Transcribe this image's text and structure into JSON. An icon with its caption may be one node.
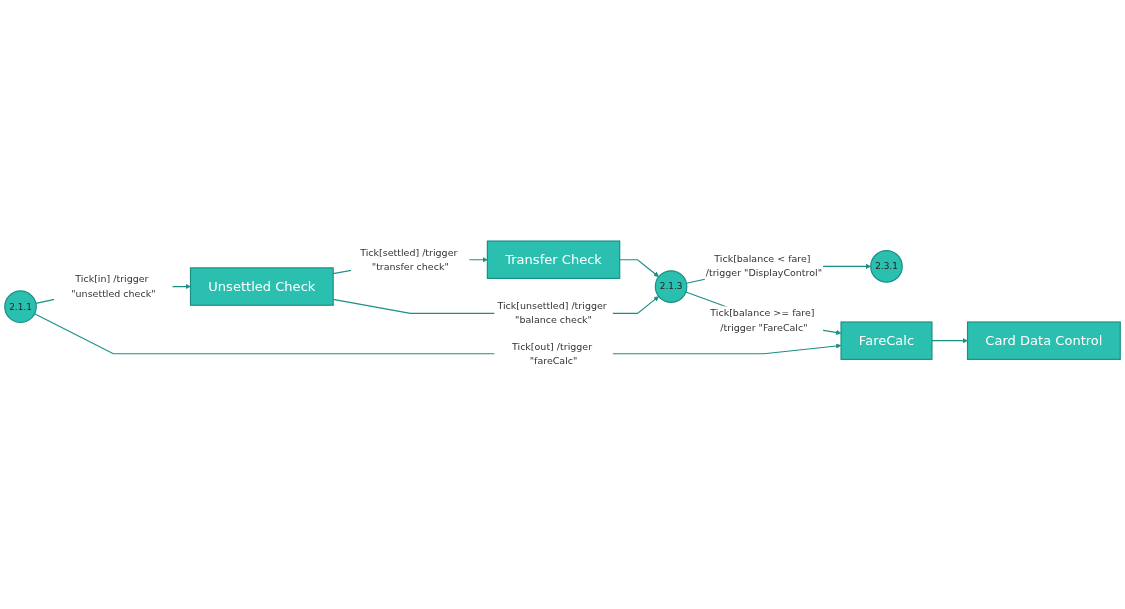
{
  "diagram": {
    "nodes": [
      {
        "text": [
          "2.1.1"
        ]
      },
      {
        "text": [
          "Unsettled Check"
        ]
      },
      {
        "text": [
          "Transfer Check"
        ]
      },
      {
        "text": [
          "2.1.3"
        ]
      },
      {
        "text": [
          "2.3.1"
        ]
      },
      {
        "text": [
          "FareCalc"
        ]
      },
      {
        "text": [
          "Card Data Control"
        ]
      }
    ],
    "edges": [
      {
        "from": 0,
        "to": 1,
        "arrow": "to",
        "label": "Tick[in] /trigger \"unsettled check\""
      },
      {
        "from": 0,
        "to": 5,
        "arrow": "to",
        "label": "Tick[out] /trigger \"fareCalc\""
      },
      {
        "from": 1,
        "to": 2,
        "arrow": "to",
        "label": "Tick[settled] /trigger \"transfer check\""
      },
      {
        "from": 1,
        "to": 3,
        "arrow": "to",
        "label": "Tick[unsettled] /trigger \"balance check\""
      },
      {
        "from": 2,
        "to": 3,
        "arrow": "to"
      },
      {
        "from": 3,
        "to": 4,
        "arrow": "to",
        "label": "Tick[balance < fare] /trigger \"DisplayControl\""
      },
      {
        "from": 3,
        "to": 5,
        "arrow": "to",
        "label": "Tick[balance >= fare] /trigger \"FareCalc\""
      },
      {
        "from": 5,
        "to": 6,
        "arrow": "to"
      }
    ]
  }
}
